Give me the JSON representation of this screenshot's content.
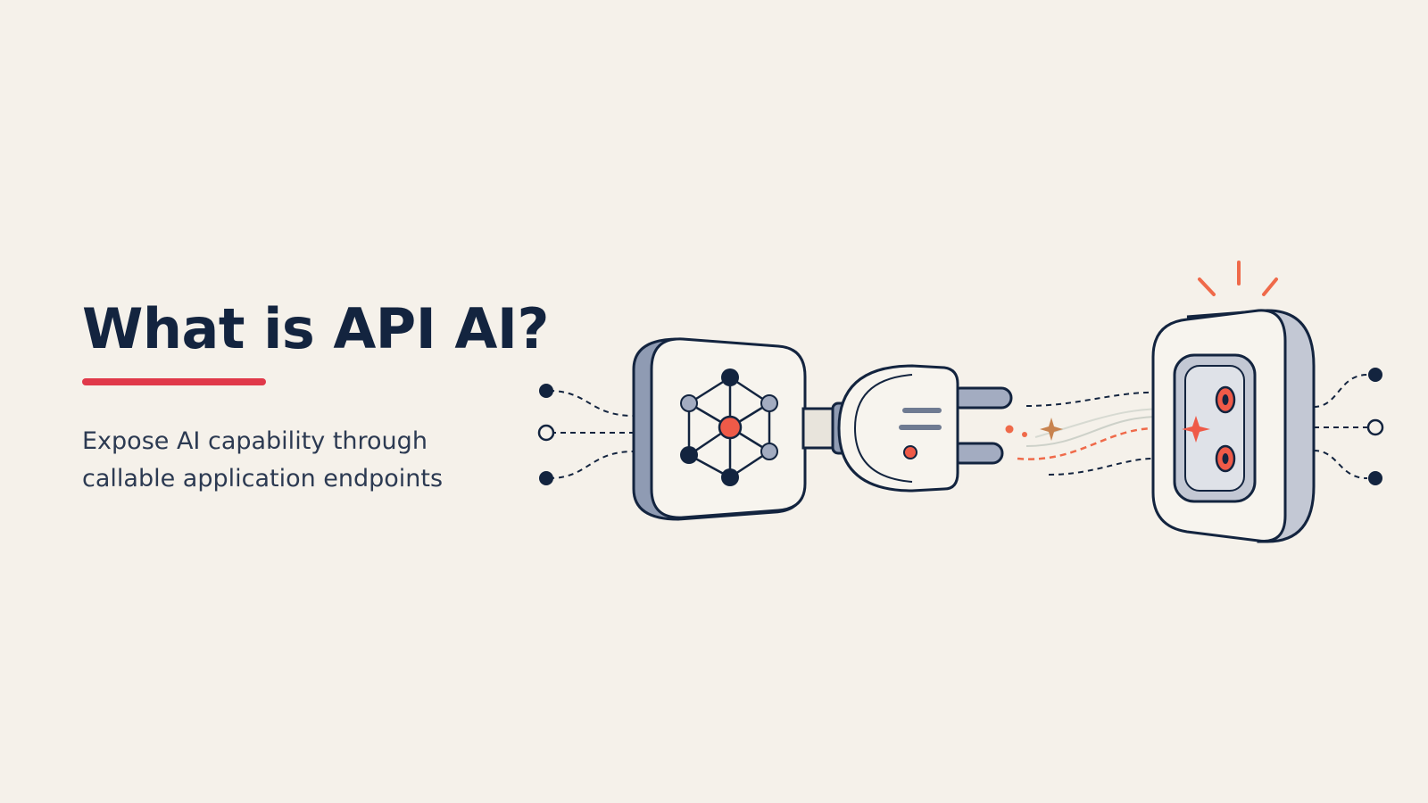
{
  "slide": {
    "title": "What is API AI?",
    "subtitle_lines": [
      "Expose AI capability through",
      "callable application endpoints"
    ]
  },
  "colors": {
    "background": "#f5f1ea",
    "navy": "#13243f",
    "accent_red": "#e0394a",
    "accent_orange": "#ef6a4a",
    "slate": "#8f9bb3"
  },
  "illustration": {
    "icons": [
      "ai-network-icon",
      "power-plug-icon",
      "power-socket-icon",
      "sparkle-icon"
    ]
  }
}
